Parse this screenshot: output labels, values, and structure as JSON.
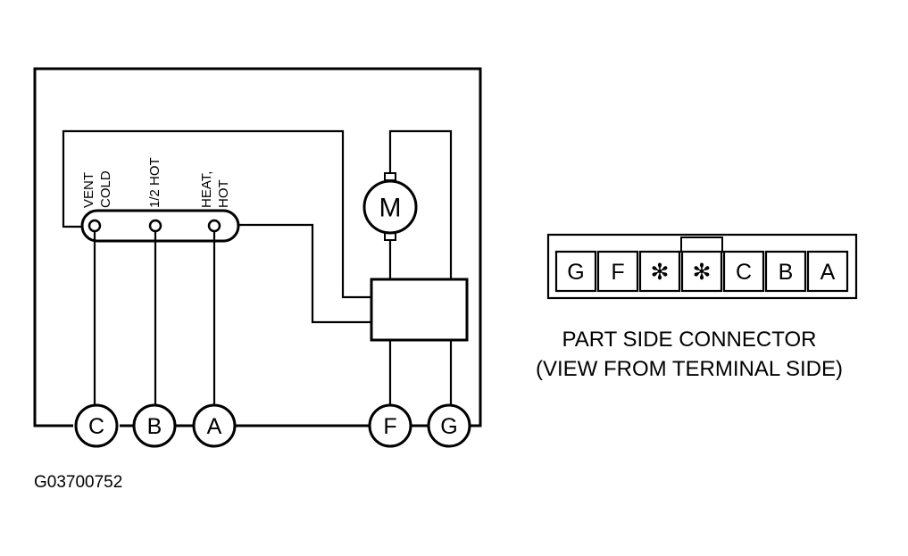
{
  "schematic": {
    "switch_labels": {
      "vent_line1": "VENT",
      "vent_line2": "COLD",
      "half_hot": "1/2 HOT",
      "heat_line1": "HEAT,",
      "heat_line2": "HOT"
    },
    "motor_label": "M",
    "terminals": [
      "C",
      "B",
      "A",
      "F",
      "G"
    ]
  },
  "connector": {
    "cells": [
      "G",
      "F",
      "✻",
      "✻",
      "C",
      "B",
      "A"
    ],
    "caption_line1": "PART SIDE CONNECTOR",
    "caption_line2": "(VIEW FROM TERMINAL SIDE)"
  },
  "figure_id": "G03700752"
}
